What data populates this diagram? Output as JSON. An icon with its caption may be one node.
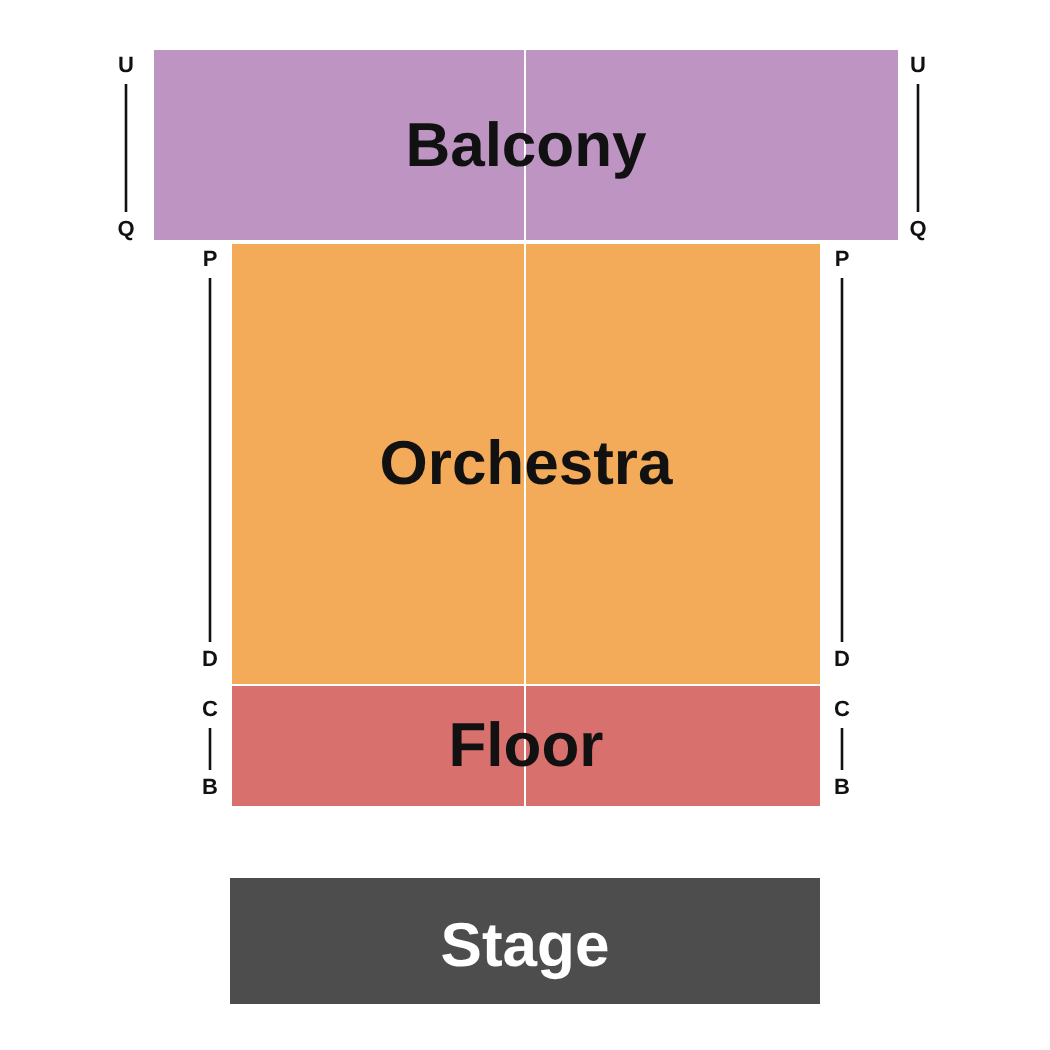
{
  "diagram": {
    "nodes": [
      {
        "text": [
          "Balcony"
        ]
      },
      {
        "text": [
          "Orchestra"
        ]
      },
      {
        "text": [
          "Floor"
        ]
      },
      {
        "text": [
          "Stage"
        ]
      }
    ],
    "labels": [
      "U",
      "U",
      "Q",
      "Q",
      "P",
      "P",
      "D",
      "D",
      "C",
      "C",
      "B",
      "B"
    ]
  }
}
